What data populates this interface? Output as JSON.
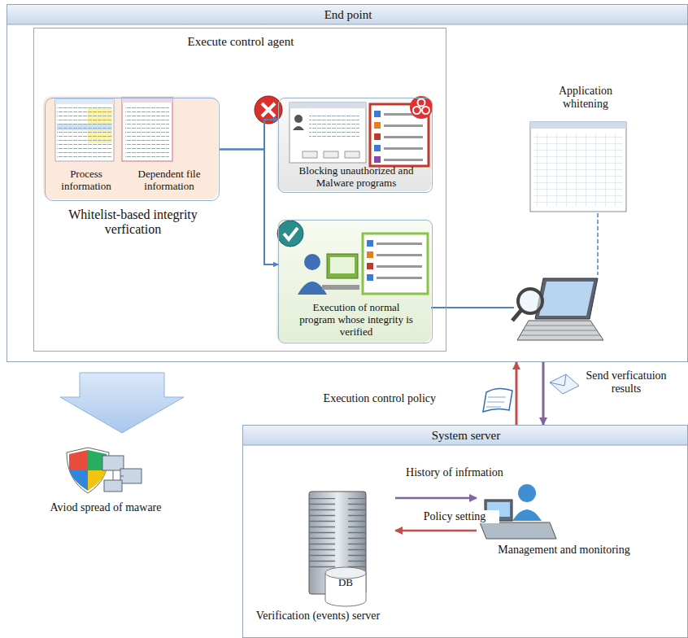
{
  "diagram": {
    "nodes": [
      {
        "text": [
          "End point"
        ]
      },
      {
        "text": [
          "Execute control agent"
        ],
        "in": 0
      },
      {
        "text": [
          "Process information",
          "Dependent file information",
          "Whitelist-based integrity verfication"
        ],
        "in": 1
      },
      {
        "text": [
          "Blocking unauthorized and Malware programs"
        ],
        "in": 1
      },
      {
        "text": [
          "Execution of normal program whose integrity is verified"
        ],
        "in": 1
      },
      {
        "text": [
          "System server"
        ]
      },
      {
        "text": [
          "Verification (events) server"
        ],
        "in": 5
      },
      {
        "text": [
          "Management and monitoring"
        ],
        "in": 5
      }
    ],
    "edges": [
      {
        "from": 2,
        "to": 3,
        "arrow": "to"
      },
      {
        "from": 2,
        "to": 4,
        "arrow": "to"
      },
      {
        "from": 5,
        "to": 0,
        "label": "Execution control policy",
        "arrow": "to"
      },
      {
        "from": 0,
        "to": 5,
        "label": "Send verficatuion results",
        "arrow": "to"
      },
      {
        "from": 6,
        "to": 7,
        "label": "History of infrmation",
        "arrow": "to"
      },
      {
        "from": 7,
        "to": 6,
        "label": "Policy setting",
        "arrow": "to"
      }
    ],
    "labels": [
      "Application whitening",
      "Aviod spread of maware",
      "DB"
    ]
  }
}
